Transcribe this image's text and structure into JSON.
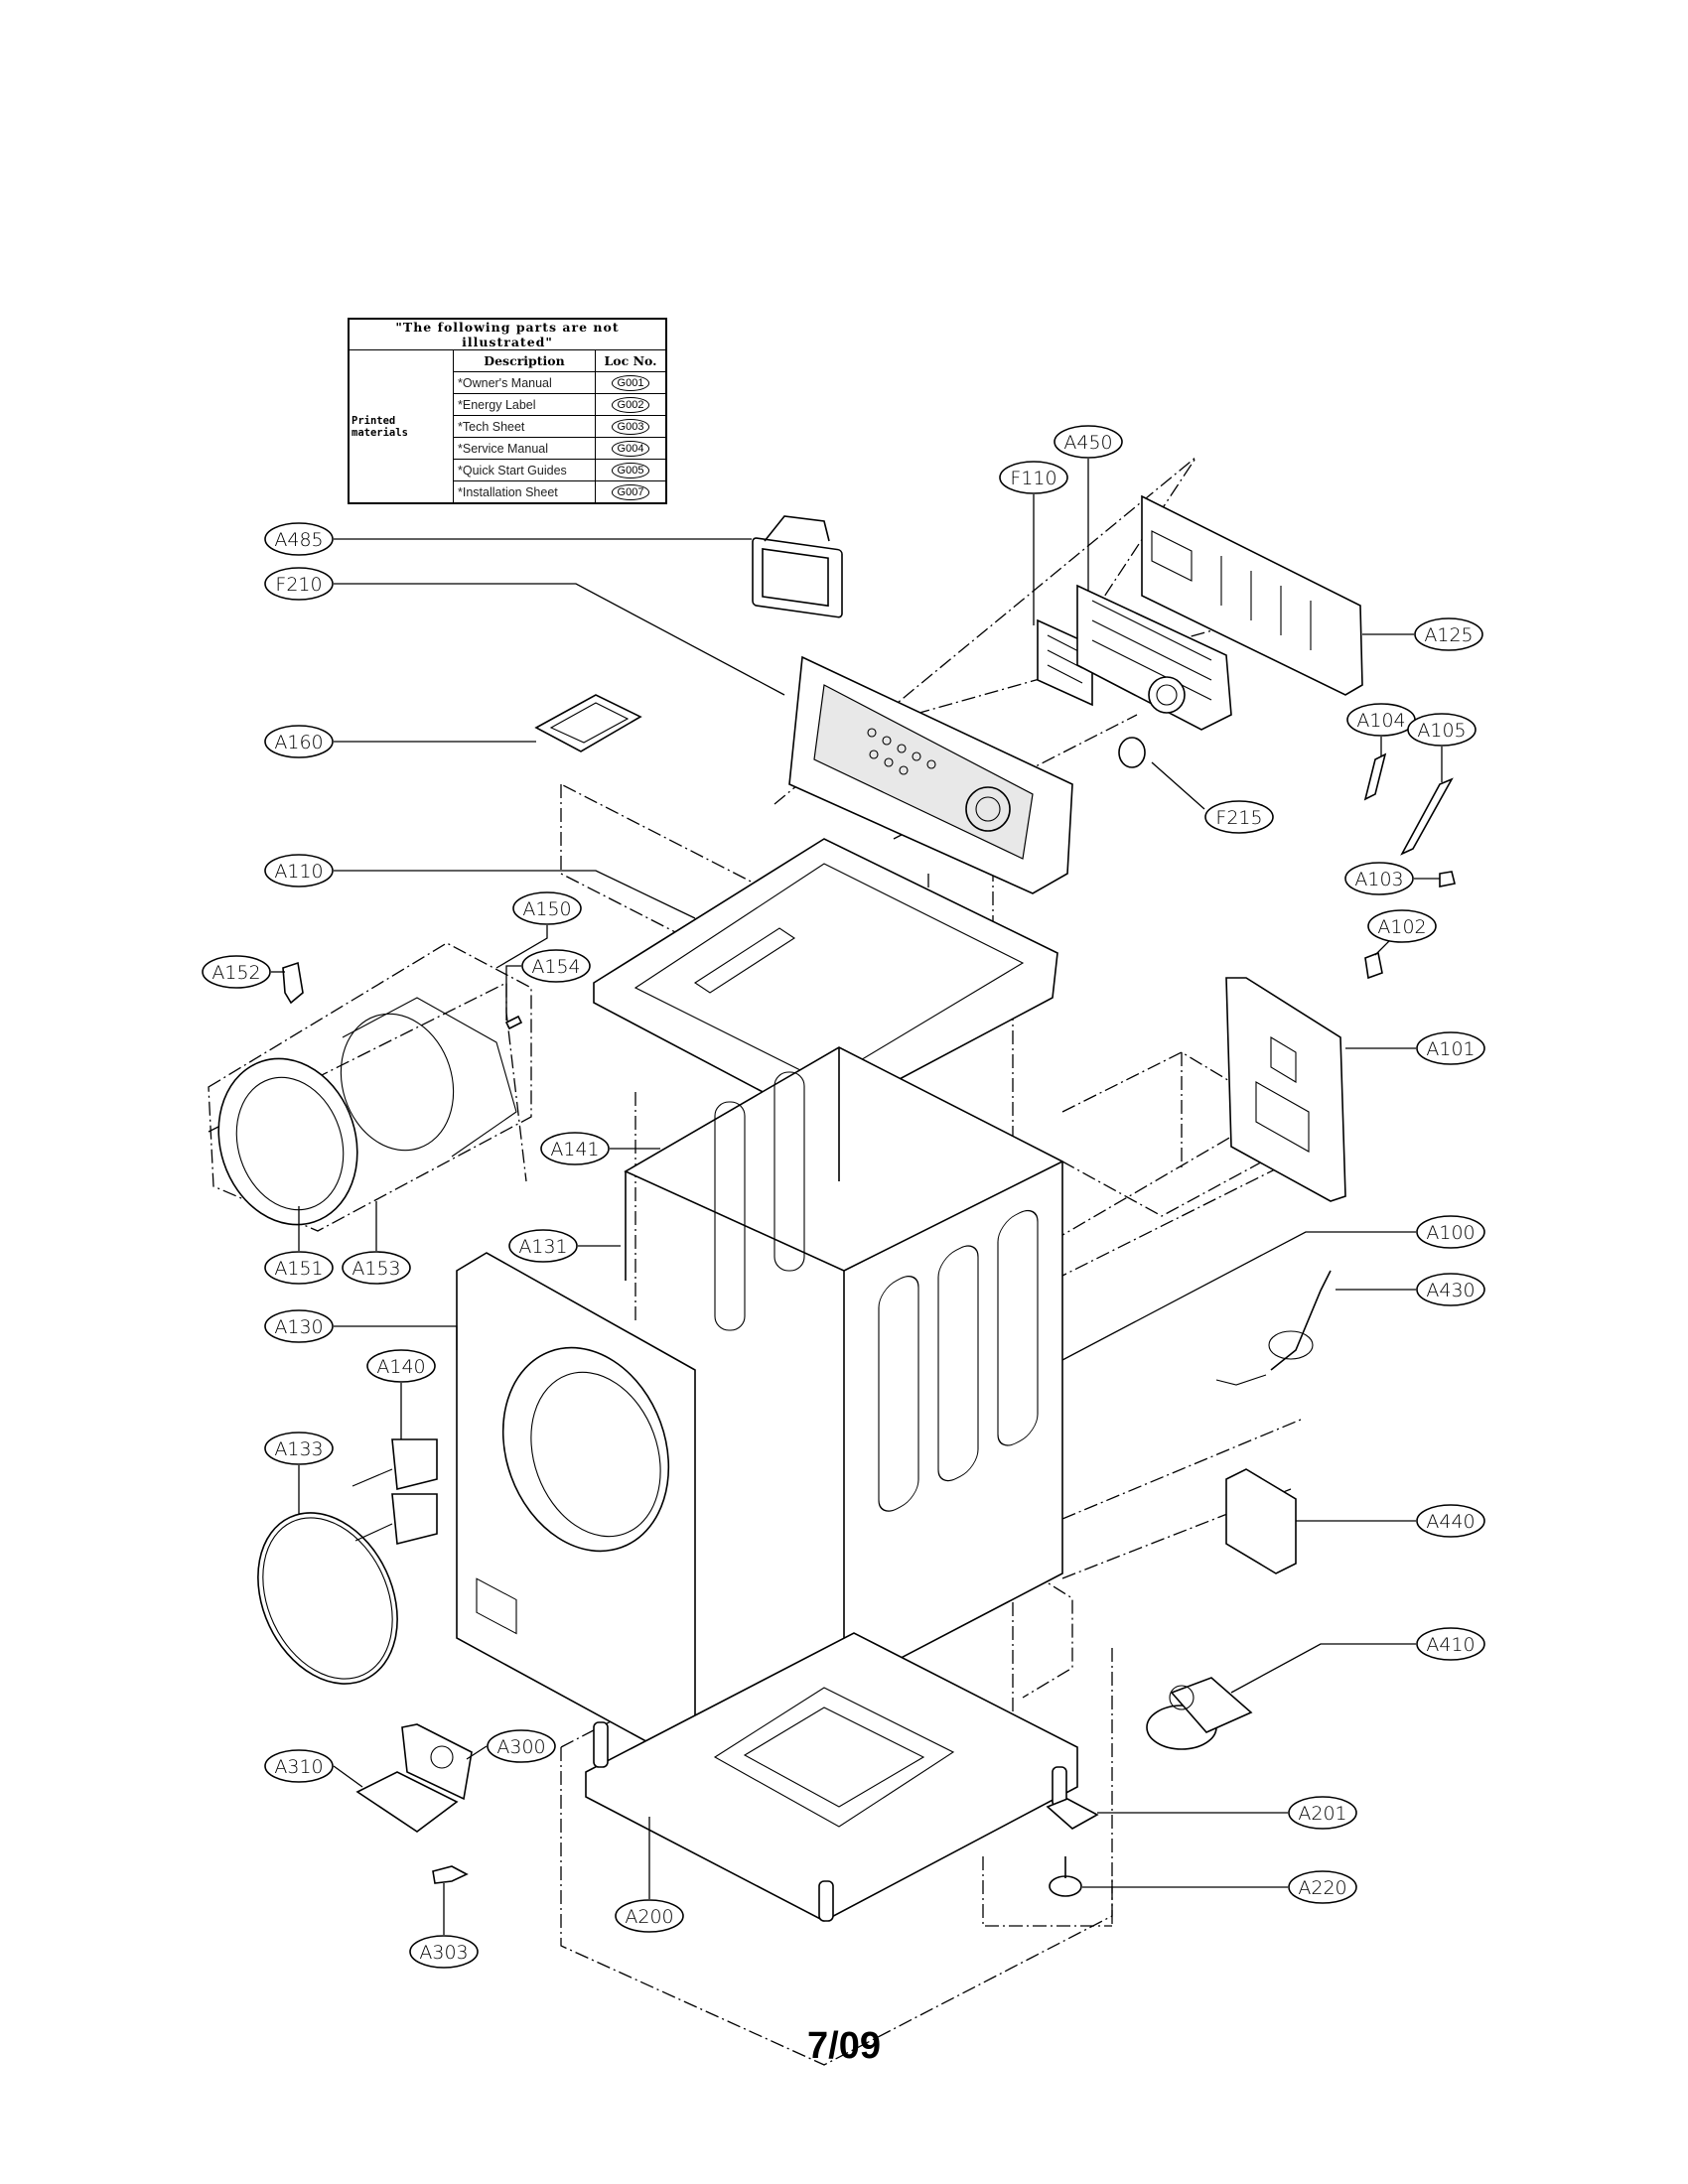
{
  "not_illustrated_table": {
    "title": "\"The following parts are not illustrated\"",
    "header_description": "Description",
    "header_loc": "Loc No.",
    "category": "Printed materials",
    "rows": [
      {
        "description": "*Owner's Manual",
        "loc": "G001"
      },
      {
        "description": "*Energy Label",
        "loc": "G002"
      },
      {
        "description": "*Tech Sheet",
        "loc": "G003"
      },
      {
        "description": "*Service Manual",
        "loc": "G004"
      },
      {
        "description": "*Quick Start Guides",
        "loc": "G005"
      },
      {
        "description": "*Installation Sheet",
        "loc": "G007"
      }
    ]
  },
  "callouts": {
    "A450": "A450",
    "F110": "F110",
    "A485": "A485",
    "F210": "F210",
    "A125": "A125",
    "A160": "A160",
    "A104": "A104",
    "A105": "A105",
    "F215": "F215",
    "A110": "A110",
    "A103": "A103",
    "A150": "A150",
    "A102": "A102",
    "A152": "A152",
    "A154": "A154",
    "A101": "A101",
    "A141": "A141",
    "A151": "A151",
    "A153": "A153",
    "A131": "A131",
    "A100": "A100",
    "A130": "A130",
    "A430": "A430",
    "A140": "A140",
    "A133": "A133",
    "A440": "A440",
    "A410": "A410",
    "A310": "A310",
    "A300": "A300",
    "A201": "A201",
    "A220": "A220",
    "A200": "A200",
    "A303": "A303"
  },
  "page_number": "7/09"
}
